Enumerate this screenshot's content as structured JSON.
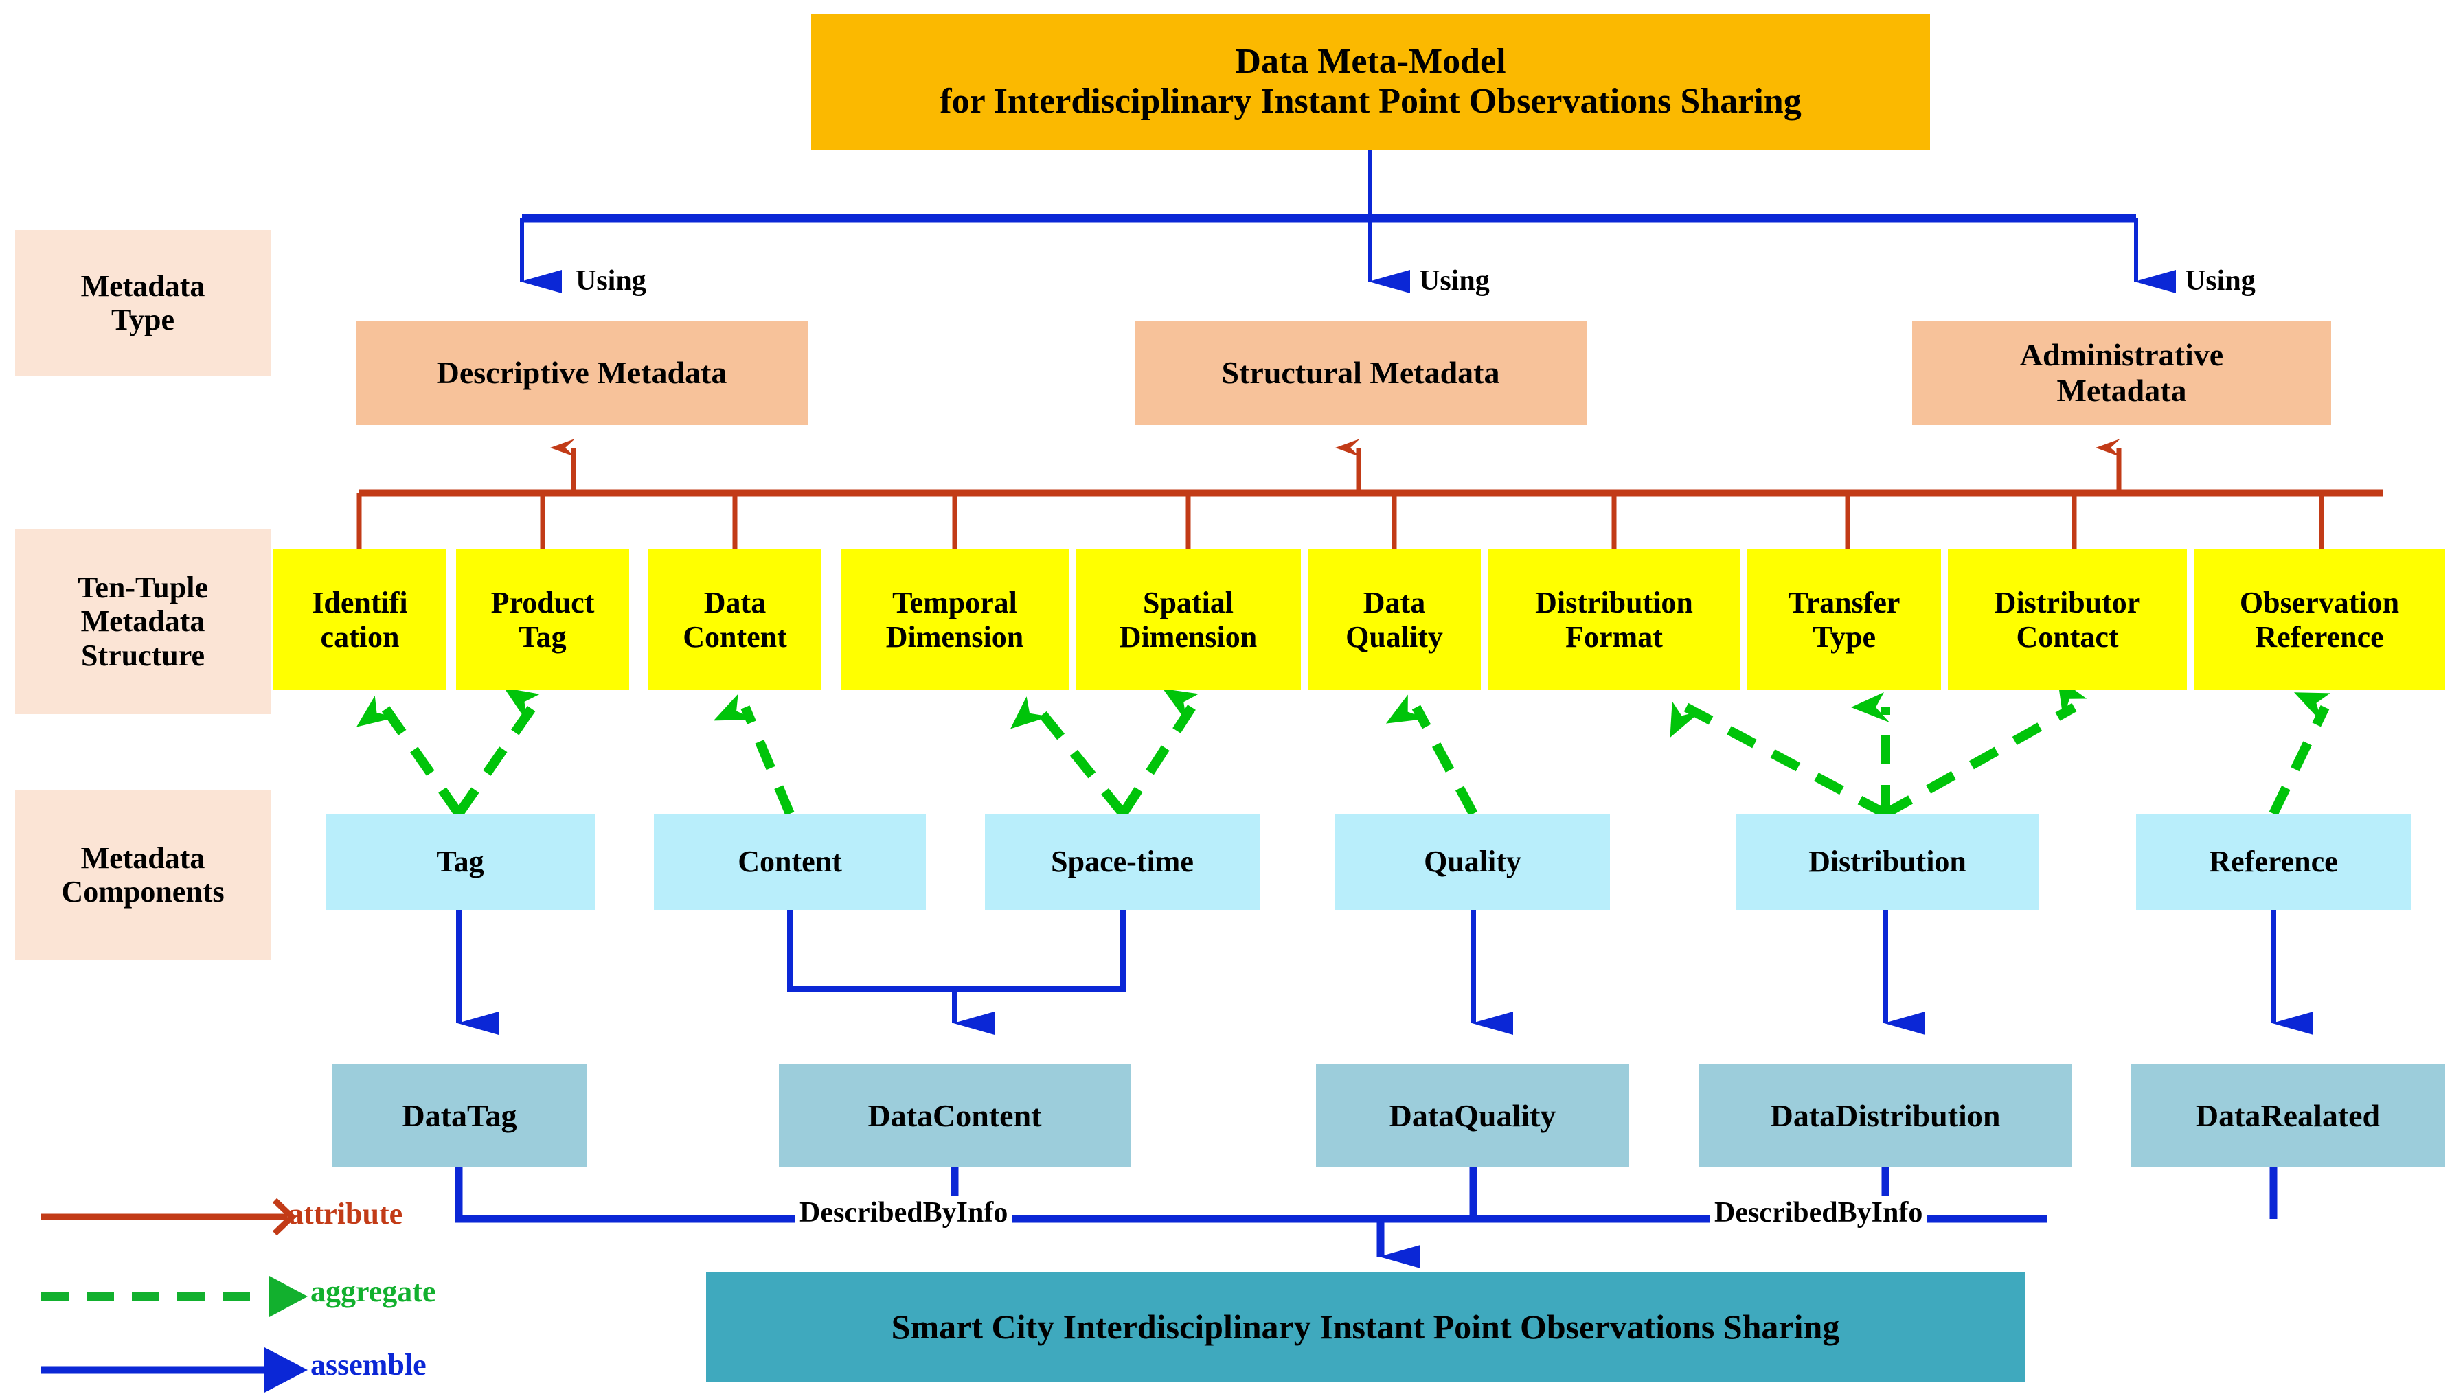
{
  "title": {
    "line1": "Data Meta-Model",
    "line2": "for Interdisciplinary Instant Point Observations Sharing"
  },
  "lanes": [
    {
      "id": "metadata-type",
      "line1": "Metadata",
      "line2": "Type"
    },
    {
      "id": "ten-tuple",
      "line1": "Ten-Tuple",
      "line2": "Metadata",
      "line3": "Structure"
    },
    {
      "id": "metadata-components",
      "line1": "Metadata",
      "line2": "Components"
    }
  ],
  "metadata_types": [
    {
      "line1": "Descriptive Metadata",
      "line2": ""
    },
    {
      "line1": "Structural Metadata",
      "line2": ""
    },
    {
      "line1": "Administrative",
      "line2": "Metadata"
    }
  ],
  "using_labels": [
    "Using",
    "Using",
    "Using"
  ],
  "ten_tuple": [
    {
      "line1": "Identifi",
      "line2": "cation"
    },
    {
      "line1": "Product",
      "line2": "Tag"
    },
    {
      "line1": "Data",
      "line2": "Content"
    },
    {
      "line1": "Temporal",
      "line2": "Dimension"
    },
    {
      "line1": "Spatial",
      "line2": "Dimension"
    },
    {
      "line1": "Data",
      "line2": "Quality"
    },
    {
      "line1": "Distribution",
      "line2": "Format"
    },
    {
      "line1": "Transfer",
      "line2": "Type"
    },
    {
      "line1": "Distributor",
      "line2": "Contact"
    },
    {
      "line1": "Observation",
      "line2": "Reference"
    }
  ],
  "components": [
    {
      "label": "Tag"
    },
    {
      "label": "Content"
    },
    {
      "label": "Space-time"
    },
    {
      "label": "Quality"
    },
    {
      "label": "Distribution"
    },
    {
      "label": "Reference"
    }
  ],
  "data_objects": [
    {
      "label": "DataTag"
    },
    {
      "label": "DataContent"
    },
    {
      "label": "DataQuality"
    },
    {
      "label": "DataDistribution"
    },
    {
      "label": "DataRealated"
    }
  ],
  "described_by_labels": [
    "DescribedByInfo",
    "DescribedByInfo"
  ],
  "bottom": {
    "label": "Smart City Interdisciplinary Instant Point Observations Sharing"
  },
  "legend": [
    {
      "id": "attribute",
      "label": "attribute",
      "color": "#c23b17",
      "style": "solid"
    },
    {
      "id": "aggregate",
      "label": "aggregate",
      "color": "#12b02e",
      "style": "dashed"
    },
    {
      "id": "assemble",
      "label": "assemble",
      "color": "#0b27d6",
      "style": "solid"
    }
  ],
  "colors": {
    "title_fill": "#fbb900",
    "lane_fill": "#fbe4d5",
    "metadata_type_fill": "#f7c29a",
    "tuple_fill": "#ffff00",
    "component_fill": "#b9eefb",
    "dataobject_fill": "#9ccddb",
    "bottom_fill": "#3fa9be",
    "attribute_line": "#c23b17",
    "aggregate_line": "#12b02e",
    "assemble_line": "#0b27d6"
  }
}
